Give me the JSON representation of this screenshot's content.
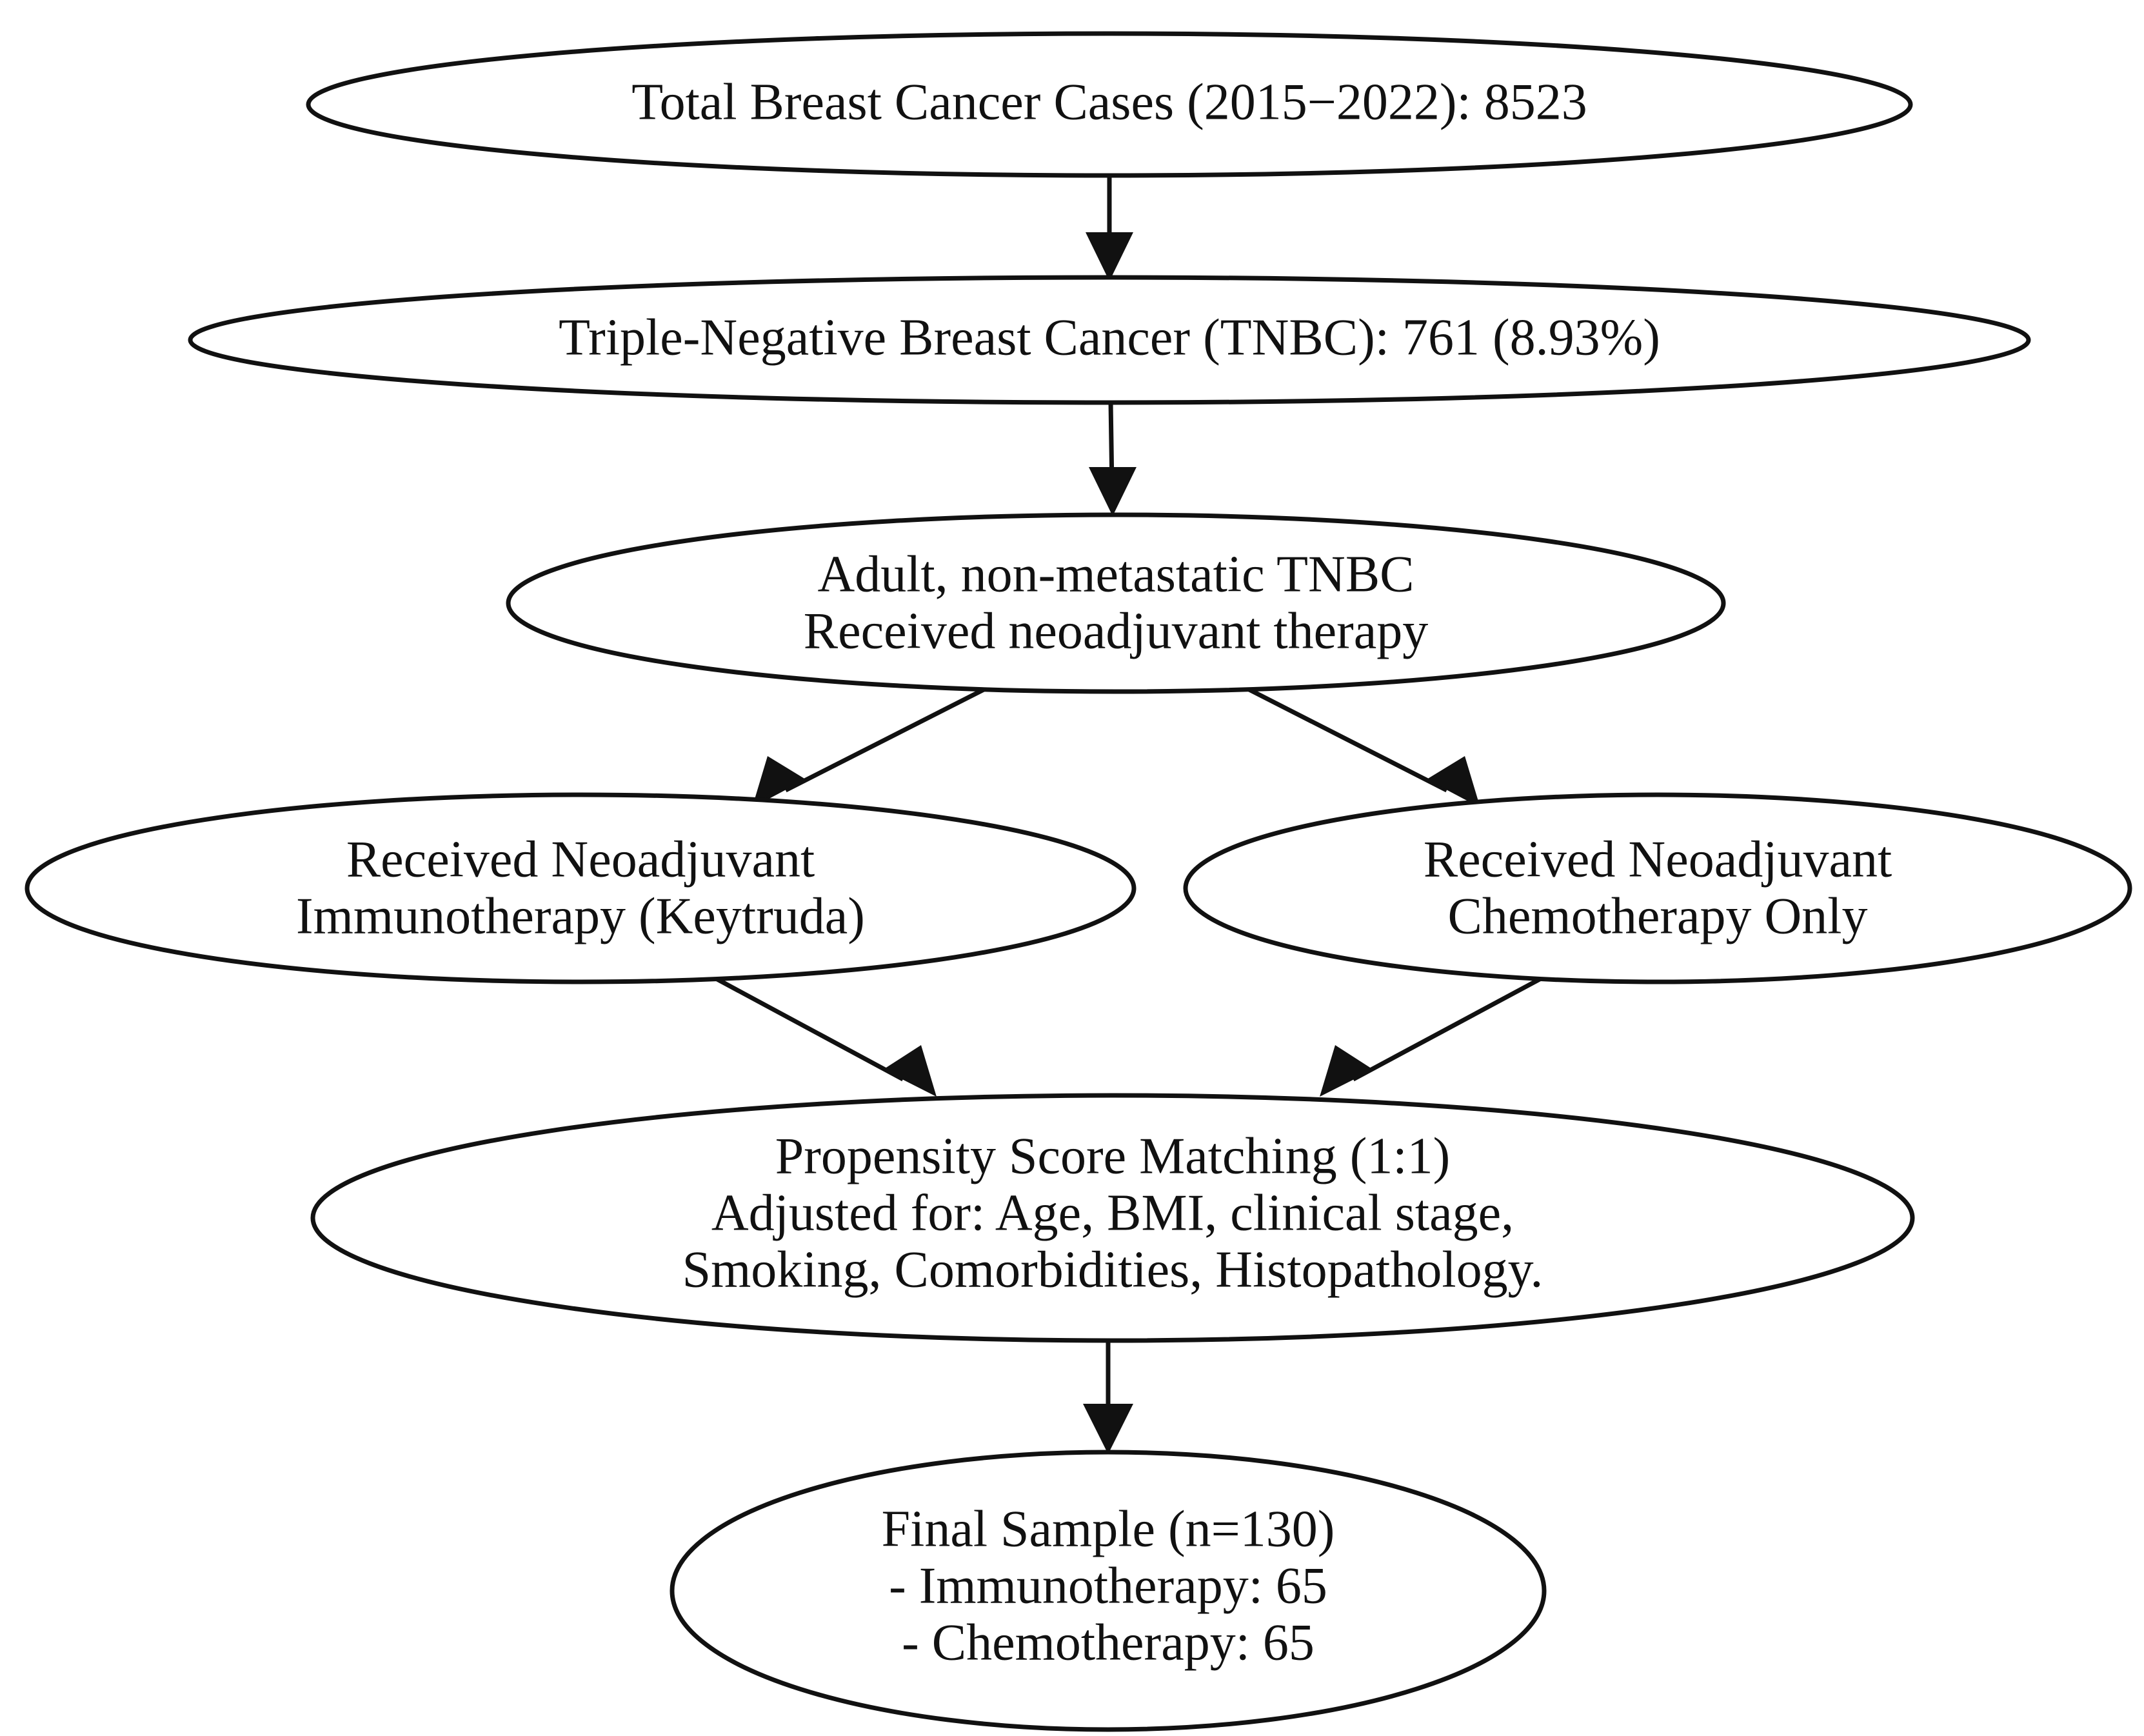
{
  "diagram": {
    "title": "TNBC Neoadjuvant Therapy Study Flow Diagram",
    "type": "flowchart",
    "orientation": "top-to-bottom",
    "node_shape": "ellipse",
    "colors": {
      "background": "#ffffff",
      "node_fill": "#ffffff",
      "stroke": "#111111",
      "text": "#111111"
    }
  },
  "nodes": {
    "total_cases": {
      "id": "total_cases",
      "lines": [
        "Total Breast Cancer Cases (2015−2022): 8523"
      ],
      "line1": "Total Breast Cancer Cases (2015−2022): 8523",
      "count": "8523",
      "period": "2015−2022"
    },
    "tnbc": {
      "id": "tnbc",
      "lines": [
        "Triple-Negative Breast Cancer (TNBC): 761 (8.93%)"
      ],
      "line1": "Triple-Negative Breast Cancer (TNBC): 761 (8.93%)",
      "count": "761",
      "percent": "8.93%"
    },
    "eligibility": {
      "id": "eligibility",
      "lines": [
        "Adult, non-metastatic TNBC",
        "Received neoadjuvant therapy"
      ],
      "line1": "Adult, non-metastatic TNBC",
      "line2": "Received neoadjuvant therapy"
    },
    "immunotherapy_arm": {
      "id": "immunotherapy_arm",
      "lines": [
        "Received Neoadjuvant",
        "Immunotherapy (Keytruda)"
      ],
      "line1": "Received Neoadjuvant",
      "line2": "Immunotherapy (Keytruda)"
    },
    "chemotherapy_arm": {
      "id": "chemotherapy_arm",
      "lines": [
        "Received Neoadjuvant",
        "Chemotherapy Only"
      ],
      "line1": "Received Neoadjuvant",
      "line2": "Chemotherapy Only"
    },
    "propensity_matching": {
      "id": "propensity_matching",
      "lines": [
        "Propensity Score Matching (1:1)",
        "Adjusted for: Age, BMI, clinical stage,",
        "Smoking, Comorbidities, Histopathology."
      ],
      "line1": "Propensity Score Matching (1:1)",
      "line2": "Adjusted for: Age, BMI, clinical stage,",
      "line3": "Smoking, Comorbidities, Histopathology.",
      "ratio": "1:1",
      "covariates": [
        "Age",
        "BMI",
        "clinical stage",
        "Smoking",
        "Comorbidities",
        "Histopathology"
      ]
    },
    "final_sample": {
      "id": "final_sample",
      "lines": [
        "Final Sample (n=130)",
        "- Immunotherapy: 65",
        "- Chemotherapy: 65"
      ],
      "line1": "Final Sample (n=130)",
      "line2": "- Immunotherapy: 65",
      "line3": "- Chemotherapy: 65",
      "total_n": "130",
      "immunotherapy_n": "65",
      "chemotherapy_n": "65"
    }
  },
  "edges": [
    {
      "id": "e1",
      "from": "total_cases",
      "to": "tnbc",
      "style": "straight-arrow"
    },
    {
      "id": "e2",
      "from": "tnbc",
      "to": "eligibility",
      "style": "straight-arrow"
    },
    {
      "id": "e3",
      "from": "eligibility",
      "to": "immunotherapy_arm",
      "style": "diagonal-arrow"
    },
    {
      "id": "e4",
      "from": "eligibility",
      "to": "chemotherapy_arm",
      "style": "diagonal-arrow"
    },
    {
      "id": "e5",
      "from": "immunotherapy_arm",
      "to": "propensity_matching",
      "style": "diagonal-arrow"
    },
    {
      "id": "e6",
      "from": "chemotherapy_arm",
      "to": "propensity_matching",
      "style": "diagonal-arrow"
    },
    {
      "id": "e7",
      "from": "propensity_matching",
      "to": "final_sample",
      "style": "straight-arrow"
    }
  ]
}
